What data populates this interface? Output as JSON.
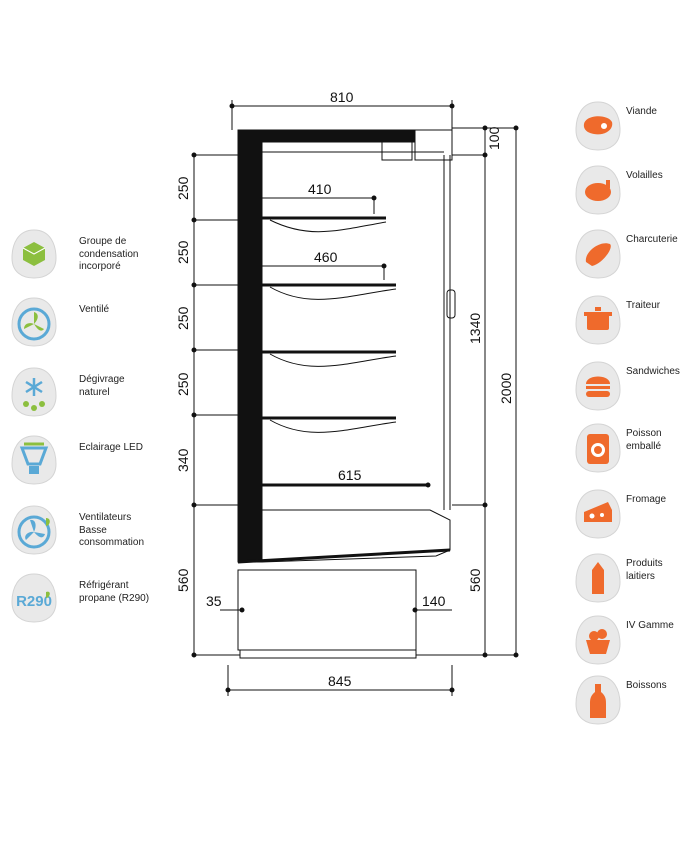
{
  "features": [
    {
      "label": "Groupe de\ncondensation\nincorporé",
      "icon": "condensing-unit-icon"
    },
    {
      "label": "Ventilé",
      "icon": "fan-icon"
    },
    {
      "label": "Dégivrage\nnaturel",
      "icon": "snowflake-drops-icon"
    },
    {
      "label": "Eclairage LED",
      "icon": "led-bulb-icon"
    },
    {
      "label": "Ventilateurs\nBasse\nconsommation",
      "icon": "low-energy-fan-icon"
    },
    {
      "label": "Réfrigérant\npropane (R290)",
      "icon": "r290-icon",
      "badge_text": "R290"
    }
  ],
  "products": [
    {
      "label": "Viande",
      "icon": "meat-icon"
    },
    {
      "label": "Volailles",
      "icon": "poultry-icon"
    },
    {
      "label": "Charcuterie",
      "icon": "sausage-icon"
    },
    {
      "label": "Traiteur",
      "icon": "cooking-pot-icon"
    },
    {
      "label": "Sandwiches",
      "icon": "burger-icon"
    },
    {
      "label": "Poisson\nemballé",
      "icon": "packaged-fish-icon"
    },
    {
      "label": "Fromage",
      "icon": "cheese-icon"
    },
    {
      "label": "Produits\nlaitiers",
      "icon": "milk-carton-icon"
    },
    {
      "label": "IV Gamme",
      "icon": "salad-box-icon"
    },
    {
      "label": "Boissons",
      "icon": "bottle-icon"
    }
  ],
  "dimensions": {
    "top_width": "810",
    "bottom_width": "845",
    "shelf1_depth": "410",
    "shelf2_depth": "460",
    "base_depth": "615",
    "left_pitches": [
      "250",
      "250",
      "250",
      "250",
      "340",
      "560"
    ],
    "top_offset": "100",
    "display_height": "1340",
    "total_height": "2000",
    "base_height": "560",
    "foot_left": "35",
    "foot_right": "140"
  },
  "colors": {
    "feature_accent": "#5aa9d6",
    "feature_green": "#8cbf3f",
    "product_accent": "#ef6a2c",
    "badge_bg": "#e6e6e6"
  }
}
